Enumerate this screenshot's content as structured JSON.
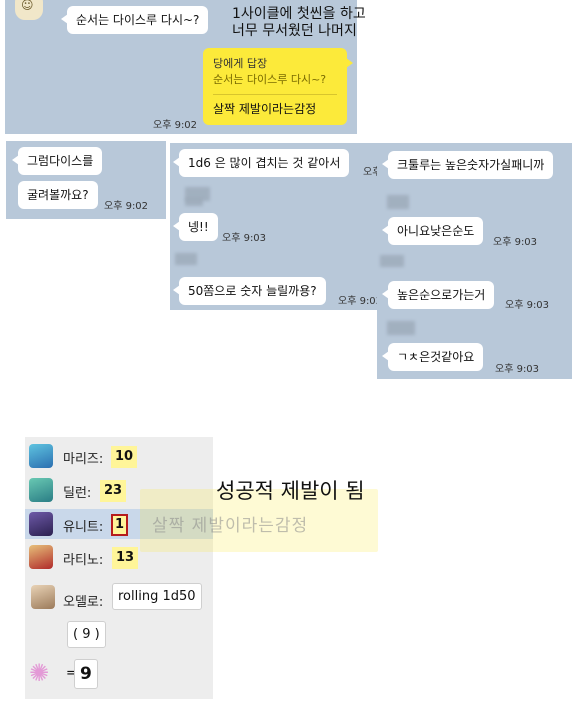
{
  "panel1": {
    "msg_top": "순서는 다이스루 다시~?",
    "note": [
      "1사이클에 첫씬을 하고",
      "너무 무서웠던 나머지"
    ],
    "reply_header": "당에게 답장",
    "reply_quote": "순서는 다이스루 다시~?",
    "reply_text": "살짝 제발이라는감정",
    "time_reply": "오후 9:02"
  },
  "panel2": {
    "msg1": "그럼다이스를",
    "msg2": "굴려볼까요?",
    "time": "오후 9:02"
  },
  "panel3": {
    "msg1": "1d6 은 많이 겹치는 것 같아서",
    "msg1_time": "오후",
    "msg2": "넹!!",
    "msg2_time": "오후 9:03",
    "msg3": "50쫌으로 숫자 늘릴까용?",
    "msg3_time": "오후 9:03"
  },
  "panel4": {
    "msg1": "크툴루는 높은숫자가실패니까",
    "msg2": "아니요낮은순도",
    "msg2_time": "오후 9:03",
    "msg3": "높은순으로가는거",
    "msg3_time": "오후 9:03",
    "msg4": "ㄱㅊ은것같아요",
    "msg4_time": "오후 9:03"
  },
  "dice": {
    "players": [
      {
        "name": "마리즈:",
        "score": "10"
      },
      {
        "name": "딜런:",
        "score": "23"
      },
      {
        "name": "유니트:",
        "score": "1"
      },
      {
        "name": "라티노:",
        "score": "13"
      }
    ],
    "roller_name": "오델로:",
    "roll_command": "rolling 1d50",
    "roll_result": "( 9 )",
    "eq_sign": "=",
    "final": "9"
  },
  "caption": {
    "big_text": "성공적 제발이 됨",
    "faded_text": "살짝 제발이라는감정"
  },
  "colors": {
    "chat_bg": "#b8c8d9",
    "my_bubble": "#fcea3a",
    "highlight_box": "#b51c1c"
  }
}
